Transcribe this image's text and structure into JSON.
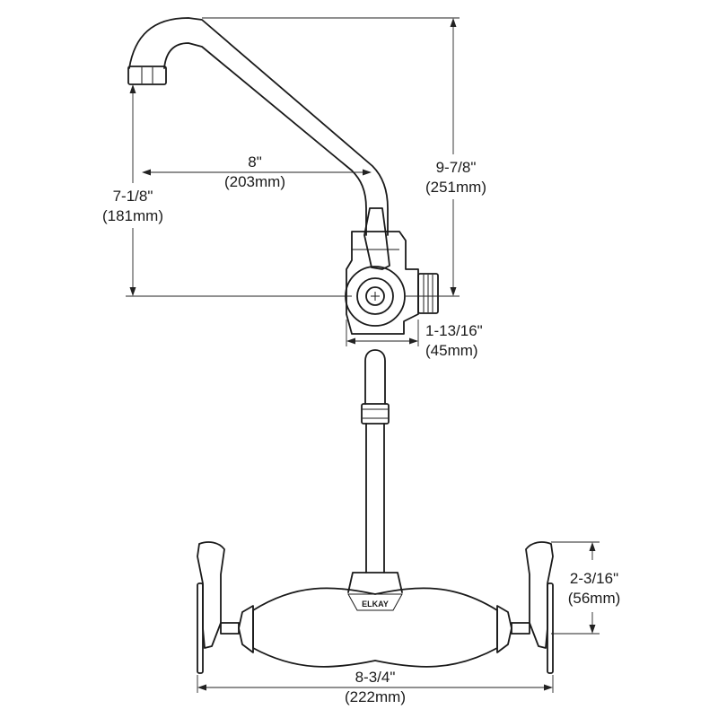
{
  "dimensions": {
    "spout_reach": {
      "imperial": "8\"",
      "metric": "(203mm)"
    },
    "spout_height": {
      "imperial": "9-7/8\"",
      "metric": "(251mm)"
    },
    "outlet_height": {
      "imperial": "7-1/8\"",
      "metric": "(181mm)"
    },
    "body_depth": {
      "imperial": "1-13/16\"",
      "metric": "(45mm)"
    },
    "handle_height": {
      "imperial": "2-3/16\"",
      "metric": "(56mm)"
    },
    "overall_width": {
      "imperial": "8-3/4\"",
      "metric": "(222mm)"
    }
  },
  "brand": "ELKAY"
}
